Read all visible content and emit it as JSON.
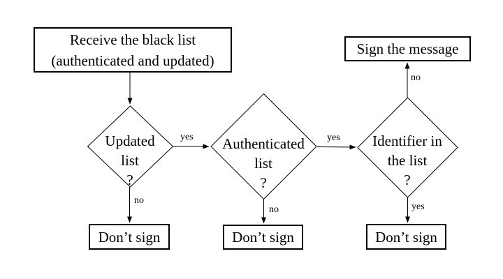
{
  "colors": {
    "background": "#ffffff",
    "line": "#000000",
    "text": "#000000"
  },
  "flowchart": {
    "nodes": [
      {
        "id": "receive-black-list",
        "shape": "rectangle",
        "lines": [
          "Receive the black list",
          "(authenticated and updated)"
        ]
      },
      {
        "id": "sign-the-message",
        "shape": "rectangle",
        "lines": [
          "Sign the message"
        ]
      },
      {
        "id": "updated-list",
        "shape": "diamond",
        "lines": [
          "Updated",
          "list",
          "?"
        ]
      },
      {
        "id": "authenticated-list",
        "shape": "diamond",
        "lines": [
          "Authenticated",
          "list",
          "?"
        ]
      },
      {
        "id": "identifier-in-list",
        "shape": "diamond",
        "lines": [
          "Identifier in",
          "the list",
          "?"
        ]
      },
      {
        "id": "dont-sign-1",
        "shape": "rectangle",
        "lines": [
          "Don’t sign"
        ]
      },
      {
        "id": "dont-sign-2",
        "shape": "rectangle",
        "lines": [
          "Don’t sign"
        ]
      },
      {
        "id": "dont-sign-3",
        "shape": "rectangle",
        "lines": [
          "Don’t sign"
        ]
      }
    ],
    "edges": [
      {
        "from": "receive-black-list",
        "to": "updated-list",
        "label": ""
      },
      {
        "from": "updated-list",
        "to": "authenticated-list",
        "label": "yes"
      },
      {
        "from": "authenticated-list",
        "to": "identifier-in-list",
        "label": "yes"
      },
      {
        "from": "identifier-in-list",
        "to": "sign-the-message",
        "label": "no"
      },
      {
        "from": "updated-list",
        "to": "dont-sign-1",
        "label": "no"
      },
      {
        "from": "authenticated-list",
        "to": "dont-sign-2",
        "label": "no"
      },
      {
        "from": "identifier-in-list",
        "to": "dont-sign-3",
        "label": "yes"
      }
    ]
  }
}
